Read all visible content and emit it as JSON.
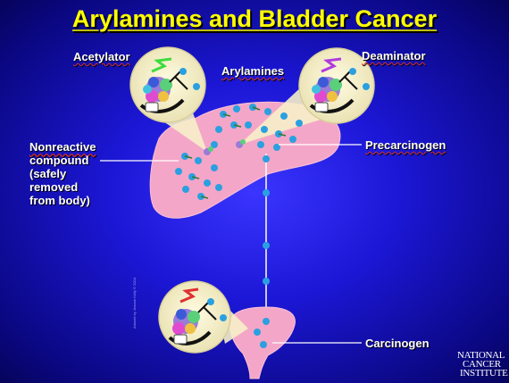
{
  "slide": {
    "title": "Arylamines and Bladder Cancer",
    "labels": {
      "acetylator": "Acetylator",
      "deaminator": "Deaminator",
      "arylamines": "Arylamines",
      "precarcinogen": "Precarcinogen",
      "carcinogen": "Carcinogen",
      "nonreactive_lines": [
        "Nonreactive",
        "compound",
        "(safely",
        "removed",
        "from body)"
      ]
    },
    "credit": "Artwork by Jeanne Kelly © 2004",
    "logo_lines": [
      "NATIONAL",
      "CANCER",
      "INSTITUTE"
    ]
  },
  "colors": {
    "background": "#1c17d6",
    "title": "#ffff00",
    "liver": "#f4a6c8",
    "molecule": "#2aa0e0",
    "zoom_circle": "#f6f0c8"
  }
}
